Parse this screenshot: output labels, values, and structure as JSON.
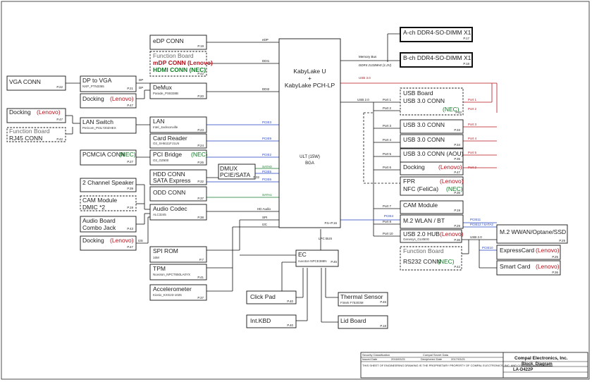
{
  "cpu": {
    "line1": "KabyLake U",
    "line2": "+",
    "line3": "KabyLake PCH-LP",
    "spec1": "ULT (15W)",
    "spec2": "BGA",
    "page": "P.5~P.16"
  },
  "dimm": {
    "a": "A-ch DDR4-SO-DIMM X1",
    "a_page": "P.17",
    "b": "B-ch DDR4-SO-DIMM X1",
    "b_page": "P.18",
    "bus": "Memory Bus",
    "speed": "DDR4 2133MHz (1.2V)"
  },
  "left": {
    "vga": "VGA CONN",
    "vga_page": "P.22",
    "docking1": "Docking",
    "docking1_tag": "(Lenovo)",
    "docking1_page": "P.47",
    "function_board": "Function Board",
    "rj45": "RJ45 CONN",
    "rj45_page": "P.42",
    "pcmcia": "PCMCIA CONN",
    "pcmcia_tag": "(NEC)",
    "pcmcia_page": "P.27",
    "speaker": "2 Channel Speaker",
    "speaker_page": "P.39",
    "cam": "CAM Module",
    "dmic": "DMIC *2",
    "cam_page": "P.19",
    "audio_board": "Audio Board",
    "combo_jack": "Combo Jack",
    "audio_board_page": "P.43",
    "docking3": "Docking",
    "docking3_tag": "(Lenovo)",
    "docking3_page": "P.47"
  },
  "mid": {
    "dp2vga": "DP to VGA",
    "dp2vga_sub": "NXP_PTN3355",
    "dp2vga_page": "P.21",
    "docking2": "Docking",
    "docking2_tag": "(Lenovo)",
    "docking2_page": "P.47",
    "lansw": "LAN Switch",
    "lansw_sub": "Pericom_PI3L720ZHEX",
    "lansw_page": "P.23",
    "edp": "eDP  CONN",
    "edp_page": "P.19",
    "fb": "Function Board",
    "mdp": "mDP CONN (Lenovo)",
    "hdmi": "HDMI CONN (NEC)",
    "fb_page": "P.42",
    "demux": "DeMux",
    "demux_sub": "Parade_PS8338B",
    "demux_page": "P.20",
    "lan": "LAN",
    "lan_sub": "Intel_Jacksonville",
    "lan_page": "P.23",
    "card": "Card Reader",
    "card_sub": "O2_SH6111FJ1LN",
    "card_page": "P.24",
    "pci": "PCI Bridge",
    "pci_tag": "(NEC)",
    "pci_sub": "O2_OZ600",
    "pci_page": "P.26",
    "hdd": "HDD CONN",
    "sata_exp": "SATA  Express",
    "hdd_page": "P.32",
    "dmux": "DMUX",
    "dmux2": "PCIE/SATA",
    "dmux_page": "P.32",
    "odd": "ODD CONN",
    "odd_page": "P.37",
    "codec": "Audio Codec",
    "codec_sub": "ALC3245",
    "codec_page": "P.38",
    "spirom": "SPI ROM",
    "spirom_sub": "16M",
    "spirom_page": "P.7",
    "tpm": "TPM",
    "tpm_sub": "Nuvoton_NPCT650LA0YX",
    "tpm_page": "P.41",
    "accel": "Accelerometer",
    "accel_sub": "Kionix_KXG23-1025",
    "accel_page": "P.37"
  },
  "buses": {
    "edp": "eDP",
    "ddi1": "DDI1",
    "ddi2": "DDI2",
    "dp1": "DP",
    "dp2": "DP",
    "pcie3": "PCIE3",
    "pcie9": "PCIE9",
    "pcie2": "PCIE2",
    "sata0": "SATA0",
    "pcie5": "PCIE5",
    "pcie6": "PCIE6",
    "sata1": "SATA1",
    "hda": "HD Audio",
    "spi": "SPI",
    "i2c": "I2C",
    "lpc": "LPC BUS",
    "i2s": "I2S",
    "usb30": "USB 3.0",
    "usb20": "USB 2.0"
  },
  "ec": {
    "name": "EC",
    "sub": "nuvoton NPCE388N",
    "page": "P.45"
  },
  "clickpad": {
    "name": "Click Pad",
    "page": "P.40"
  },
  "kbd": {
    "name": "Int.KBD",
    "page": "P.40"
  },
  "thermal": {
    "name": "Thermal Sensor",
    "sub": "Fintek F75303M",
    "page": "P.45"
  },
  "lid": {
    "name": "Lid Board",
    "page": "P.18"
  },
  "right": {
    "usb_board": "USB Board",
    "usb30_nec": "USB 3.0 CONN",
    "nec": "(NEC)",
    "usb_board_page": "P.42",
    "usb3a": "USB 3.0 CONN",
    "usb3a_page": "P.33",
    "usb3b": "USB 3.0 CONN",
    "usb3b_page": "P.34",
    "usb3aou": "USB 3.0 CONN (AOU)",
    "usb3aou_page": "P.35",
    "docking4": "Docking",
    "docking4_tag": "(Lenovo)",
    "docking4_page": "P.47",
    "fpr": "FPR",
    "fpr_tag": "(Lenovo)",
    "nfc": "NFC (FeliCa)",
    "nfc_tag": "(NEC)",
    "fpr_page": "P.36",
    "cam": "CAM Module",
    "cam_page": "P.19",
    "wlan": "M.2 WLAN / BT",
    "wlan_page": "P.29",
    "hub": "USB 2.0 HUB",
    "hub_tag": "(Lenovo)",
    "hub_sub": "Genesys_GL850G",
    "hub_page": "P.36",
    "fb2": "Function Board",
    "rs232": "RS232 CONN",
    "rs232_tag": "(NEC)",
    "rs232_page": "P.42",
    "wwan": "M.2 WWAN/Optane/SSD",
    "wwan_page": "P.29",
    "express": "ExpressCard",
    "express_tag": "(Lenovo)",
    "express_page": "P.25",
    "smart": "Smart Card",
    "smart_tag": "(Lenovo)",
    "smart_page": "P.36"
  },
  "ports": {
    "l1": "Port 1",
    "l2": "Port 2",
    "l3": "Port 3",
    "l4": "Port 4",
    "l5": "Port 5",
    "l6": "Port 6",
    "l7": "Port 7",
    "l8": "Port 8",
    "l10": "Port 10",
    "r1": "Port 1",
    "r2": "Port 2",
    "r3": "Port 3",
    "r4": "Port 4",
    "r5": "Port 5",
    "r6": "Port 2",
    "pcie4": "PCIE4",
    "pcie11": "PCIE11",
    "pcie12": "PCIE12 / SATA2",
    "usb2w": "USB 2.0",
    "pcie10": "PCIE10"
  },
  "titleblock": {
    "sec": "Security Classification",
    "secv": "Compal Secret Data",
    "issued": "Issued Date",
    "issuedv": "2016/03/21",
    "decip": "Deciphered Date",
    "decipv": "2017/03/21",
    "company": "Compal Electronics, Inc.",
    "title": "Block_Diagram",
    "doc": "LA-D422P",
    "notice": "THIS SHEET OF ENGINEERING DRAWING IS THE PROPRIETARY PROPERTY OF COMPAL ELECTRONICS, INC. AND CONTAINS CONFIDENTIAL"
  }
}
